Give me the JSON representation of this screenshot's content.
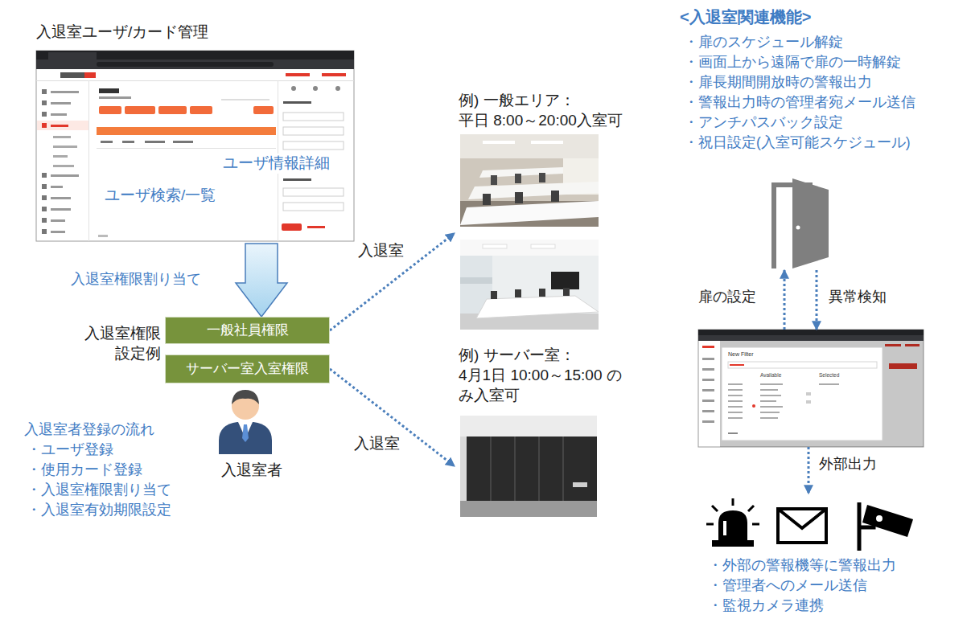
{
  "diagram": {
    "nodes": [
      {
        "text": [
          "入退室ユーザ/カード管理",
          "ユーザ検索/一覧",
          "ユーザ情報詳細"
        ]
      },
      {
        "text": [
          "一般社員権限"
        ]
      },
      {
        "text": [
          "サーバー室入室権限"
        ]
      },
      {
        "text": [
          "例) 一般エリア：",
          "平日 8:00～20:00入室可"
        ]
      },
      {
        "text": [
          "例) サーバー室：",
          "4月1日 10:00～15:00 のみ入室可"
        ]
      },
      {
        "text": [
          "<入退室関連機能>",
          "・扉のスケジュール解錠",
          "・画面上から遠隔で扉の一時解錠",
          "・扉長期間開放時の警報出力",
          "・警報出力時の管理者宛メール送信",
          "・アンチパスバック設定",
          "・祝日設定(入室可能スケジュール)"
        ]
      },
      {
        "text": [
          "New Filter",
          "Available",
          "Selected"
        ]
      },
      {
        "text": [
          "・外部の警報機等に警報出力",
          "・管理者へのメール送信",
          "・監視カメラ連携"
        ]
      },
      {
        "text": [
          "入退室者"
        ]
      }
    ],
    "edges": [
      {
        "from": 0,
        "to": 1,
        "arrow": "to",
        "label": "入退室権限割り当て"
      },
      {
        "from": 1,
        "to": 3,
        "arrow": "to",
        "label": "入退室"
      },
      {
        "from": 2,
        "to": 4,
        "arrow": "to",
        "label": "入退室"
      },
      {
        "from": 6,
        "to": 5,
        "arrow": "to",
        "label": "扉の設定"
      },
      {
        "from": 5,
        "to": 6,
        "arrow": "to",
        "label": "異常検知"
      },
      {
        "from": 6,
        "to": 7,
        "arrow": "to",
        "label": "外部出力"
      }
    ],
    "labels": [
      "入退室権限 設定例",
      "入退室者登録の流れ",
      "・ユーザ登録",
      "・使用カード登録",
      "・入退室権限割り当て",
      "・入退室有効期限設定"
    ]
  }
}
